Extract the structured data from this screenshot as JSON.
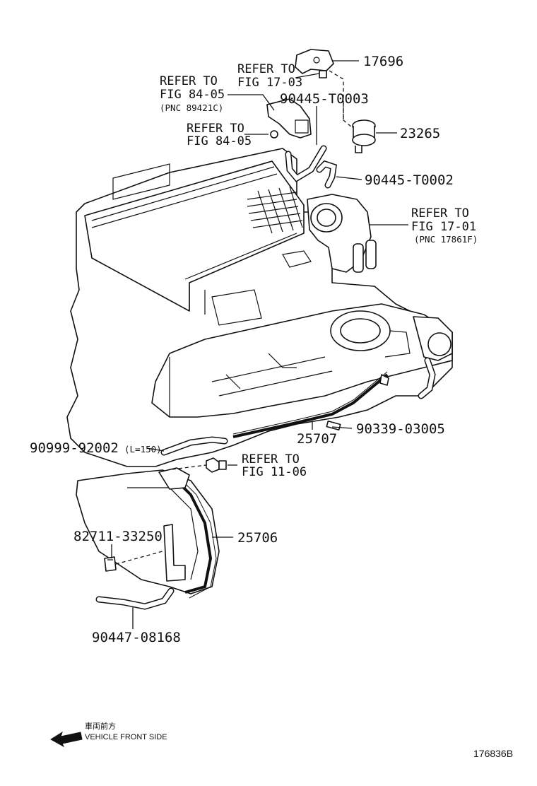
{
  "labels": {
    "p17696": "17696",
    "p23265": "23265",
    "p90445_T0003": "90445-T0003",
    "p90445_T0002": "90445-T0002",
    "p25707": "25707",
    "p90339_03005": "90339-03005",
    "p90999_92002": "90999-92002",
    "p90999_len": "(L=150)",
    "p25706": "25706",
    "p82711_33250": "82711-33250",
    "p90447_08168": "90447-08168"
  },
  "refers": {
    "r17_03": {
      "line1": "REFER TO",
      "line2": "FIG 17-03"
    },
    "r84_05a": {
      "line1": "REFER TO",
      "line2": "FIG 84-05",
      "pnc": "(PNC 89421C)"
    },
    "r84_05b": {
      "line1": "REFER TO",
      "line2": "FIG 84-05"
    },
    "r17_01": {
      "line1": "REFER TO",
      "line2": "FIG 17-01",
      "pnc": "(PNC 17861F)"
    },
    "r11_06": {
      "line1": "REFER TO",
      "line2": "FIG 11-06"
    }
  },
  "legend": {
    "jp_text": "車両前方",
    "en_text": "VEHICLE FRONT SIDE",
    "arrow_icon": "left-arrow-icon"
  },
  "figure_id": "176836B"
}
